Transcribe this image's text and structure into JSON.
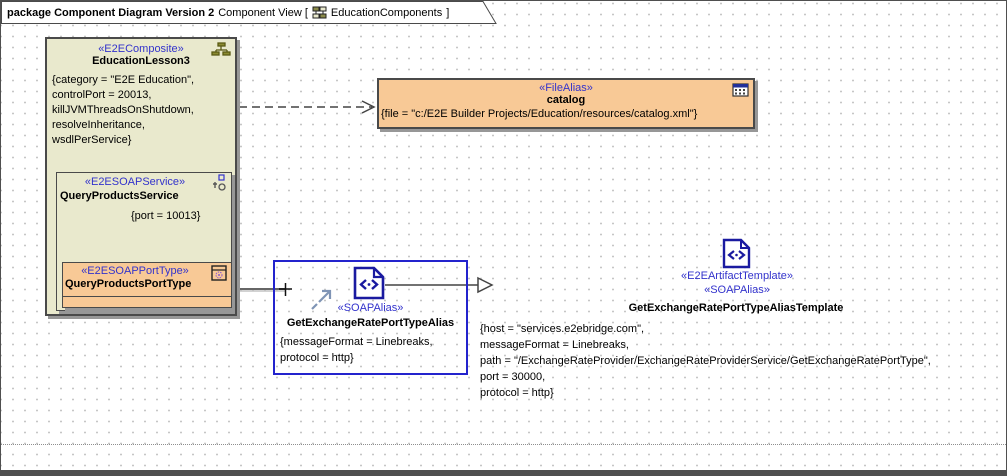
{
  "colors": {
    "stereotype_blue": "#3333cc",
    "selection_blue": "#2323cd",
    "tan_fill": "#e9e9cd",
    "orange_fill": "#f8c996",
    "border_dark": "#4a4a4a",
    "icon_navy": "#1a1aa0"
  },
  "header": {
    "package_label": "package Component Diagram Version 2",
    "view_label": "Component View [",
    "diagram_name": "EducationComponents",
    "close_bracket": "]"
  },
  "lesson": {
    "stereotype": "«E2EComposite»",
    "name": "EducationLesson3",
    "icon": "composite-structure-icon",
    "properties": [
      "{category = \"E2E Education\",",
      "controlPort = 20013,",
      "killJVMThreadsOnShutdown,",
      "resolveInheritance,",
      "wsdlPerService}"
    ]
  },
  "service": {
    "stereotype": "«E2ESOAPService»",
    "name": "QueryProductsService",
    "icon": "soap-service-icon",
    "port_property": "{port = 10013}"
  },
  "porttype": {
    "stereotype": "«E2ESOAPPortType»",
    "name": "QueryProductsPortType",
    "icon": "port-type-icon"
  },
  "catalog": {
    "stereotype": "«FileAlias»",
    "name": "catalog",
    "icon": "file-table-icon",
    "file_property": "{file = \"c:/E2E Builder Projects/Education/resources/catalog.xml\"}"
  },
  "alias": {
    "stereotype": "«SOAPAlias»",
    "name": "GetExchangeRatePortTypeAlias",
    "icon": "xml-document-icon",
    "properties": [
      "{messageFormat = Linebreaks,",
      "protocol = http}"
    ]
  },
  "template": {
    "stereotype_1": "«E2EArtifactTemplate»",
    "stereotype_2": "«SOAPAlias»",
    "name": "GetExchangeRatePortTypeAliasTemplate",
    "icon": "xml-document-icon",
    "properties": [
      "{host = \"services.e2ebridge.com\",",
      "messageFormat = Linebreaks,",
      "path = \"/ExchangeRateProvider/ExchangeRateProviderService/GetExchangeRatePortType\",",
      "port = 30000,",
      "protocol = http}"
    ]
  }
}
